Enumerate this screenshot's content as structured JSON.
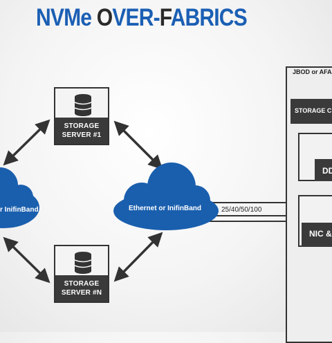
{
  "title": {
    "part1": "NVMe ",
    "part2": "O",
    "part3": "VER-",
    "part4": "F",
    "part5": "ABRICS"
  },
  "servers": [
    {
      "label": "STORAGE\nSERVER #1",
      "icon": "database-icon"
    },
    {
      "label": "STORAGE\nSERVER #N",
      "icon": "database-icon"
    }
  ],
  "clouds": {
    "left_label": "r InifinBand",
    "center_label": "Ethernet or InifinBand",
    "color": "#1a5fae"
  },
  "link_speed": "25/40/50/100",
  "enclosure": {
    "title": "JBOD or AFA",
    "storage_controller": "STORAGE C",
    "ddr": "DD",
    "nic": "NIC &"
  }
}
